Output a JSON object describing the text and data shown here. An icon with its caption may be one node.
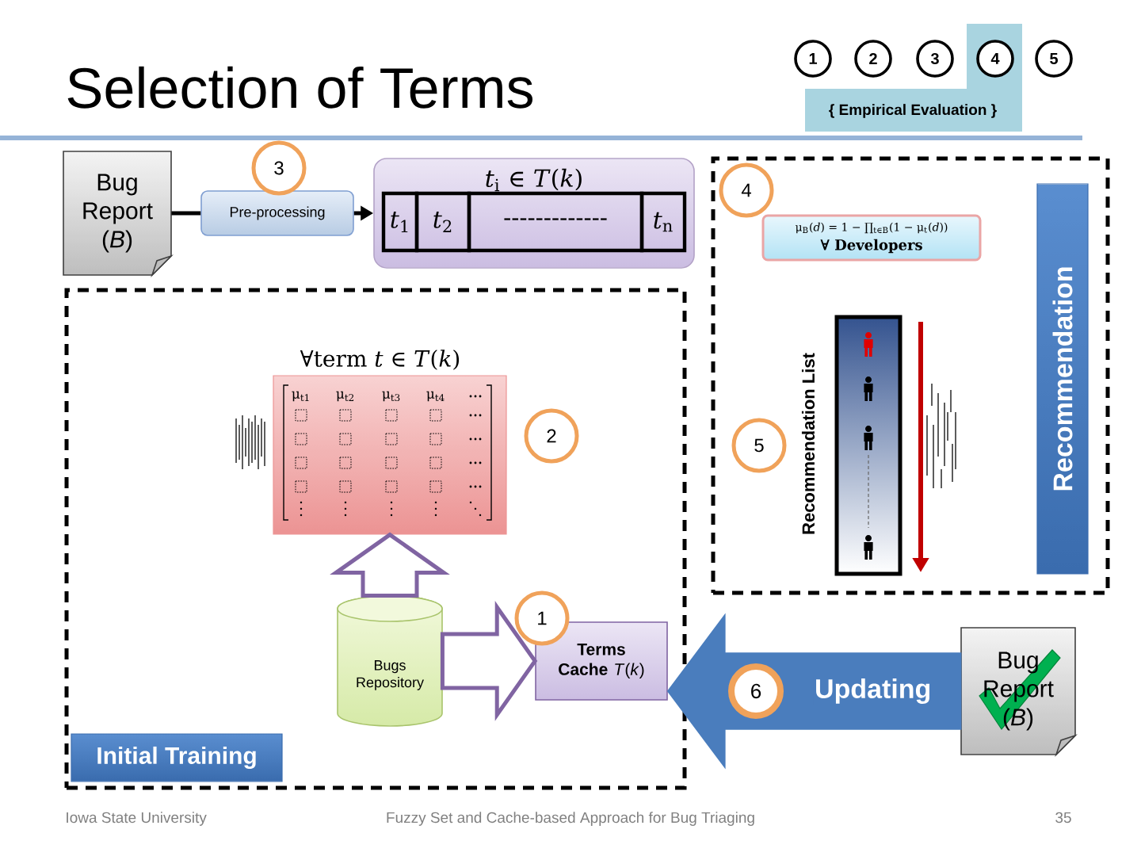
{
  "diagram": {
    "title": "Selection of Terms",
    "nodes": [
      {
        "text": [
          "1"
        ]
      },
      {
        "text": [
          "2"
        ]
      },
      {
        "text": [
          "3"
        ]
      },
      {
        "text": [
          "{ Empirical Evaluation }"
        ]
      },
      {
        "text": [
          "4"
        ],
        "in": 3
      },
      {
        "text": [
          "5"
        ]
      },
      {
        "text": [
          "Bug Report (*B*)"
        ]
      },
      {
        "text": [
          "3"
        ]
      },
      {
        "text": [
          "Pre-processing"
        ]
      },
      {
        "text": [
          "*t*$_{i}$ ∈ *T*(*k*)",
          "*t*$_{1}$",
          "*t*$_{2}$",
          "-------------",
          "*t*$_{n}$"
        ]
      },
      {
        "text": [],
        "shape": "box"
      },
      {
        "text": [
          "∀term *t* ∈ *T*(*k*)",
          "μ$_{t1}$",
          "μ$_{t2}$",
          "μ$_{t3}$",
          "μ$_{t4}$"
        ],
        "in": 10
      },
      {
        "text": [
          "2"
        ],
        "in": 10
      },
      {
        "text": [
          "Bugs Repository"
        ],
        "in": 10
      },
      {
        "text": [
          "1"
        ],
        "in": 10
      },
      {
        "text": [
          "**Terms Cache** *T*(*k*)"
        ],
        "in": 10
      },
      {
        "text": [
          "Initial Training"
        ],
        "in": 10
      },
      {
        "text": [],
        "shape": "box"
      },
      {
        "text": [
          "4"
        ],
        "in": 17
      },
      {
        "text": [
          "μ$_{B}$(*d*) = 1 − ∏$_{t∈B}$(1 − μ$_{t}$(*d*))",
          "∀ Developers"
        ],
        "in": 17
      },
      {
        "text": [
          "5"
        ],
        "in": 17
      },
      {
        "text": [
          "Recommendation"
        ],
        "in": 17
      },
      {
        "text": [
          "6"
        ]
      },
      {
        "text": [
          "Bug Report (*B*)"
        ]
      }
    ],
    "edges": [
      {
        "from": 6,
        "to": 8,
        "arrow": "none"
      },
      {
        "from": 8,
        "to": 9,
        "arrow": "to"
      },
      {
        "from": 13,
        "to": 11,
        "arrow": "to",
        "color": "#8064a2"
      },
      {
        "from": 13,
        "to": 15,
        "arrow": "to",
        "color": "#8064a2"
      },
      {
        "from": 23,
        "to": 15,
        "arrow": "to",
        "label": "Updating",
        "color": "#4a7dbd"
      }
    ],
    "labels": [
      "Recommendation List",
      "Iowa State University",
      "Fuzzy Set and Cache-based Approach for Bug Triaging",
      "35"
    ]
  }
}
